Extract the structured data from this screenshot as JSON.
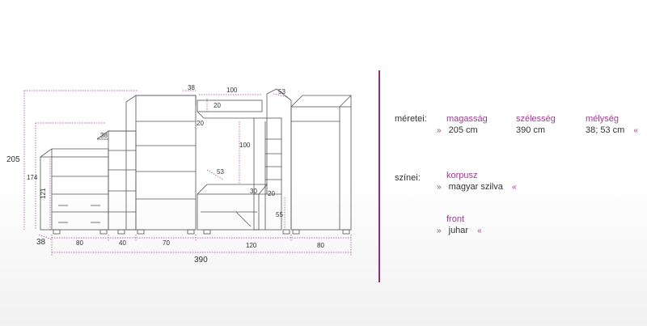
{
  "dims": {
    "total_height": "205",
    "left_height": "174",
    "drawer_unit_height": "121",
    "depth_left": "38",
    "width_a": "80",
    "width_b": "40",
    "width_c": "70",
    "width_d": "120",
    "width_e": "80",
    "total_width": "390",
    "tall_depth": "38",
    "shelf_depth": "38",
    "top_width": "100",
    "top_height": "20",
    "top_inner": "20",
    "side_height": "100",
    "desk_depth": "53",
    "corner_depth": "53",
    "shelf_width": "30",
    "shelf_gap": "20",
    "tv_height": "55"
  },
  "specs": {
    "meretei_label": "méretei:",
    "magassag_head": "magasság",
    "magassag_val": "205  cm",
    "szelesseg_head": "szélesség",
    "szelesseg_val": "390  cm",
    "melyseg_head": "mélység",
    "melyseg_val": "38; 53  cm",
    "szinei_label": "színei:",
    "korpusz_head": "korpusz",
    "korpusz_val": "magyar szilva",
    "front_head": "front",
    "front_val": "juhar",
    "open_mark": "»",
    "close_mark": "«"
  }
}
